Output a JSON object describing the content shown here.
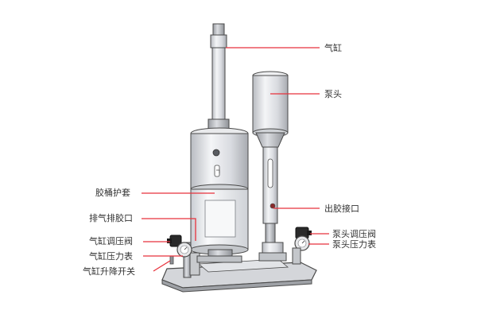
{
  "labels": {
    "cylinder": "气缸",
    "pump_head": "泵头",
    "tank_cover": "胶桶护套",
    "exhaust_port": "排气排胶口",
    "glue_outlet": "出胶接口",
    "cylinder_regulator": "气缸调压阀",
    "cylinder_gauge": "气缸压力表",
    "cylinder_lift_switch": "气缸升降开关",
    "pump_regulator": "泵头调压阀",
    "pump_gauge": "泵头压力表"
  },
  "colors": {
    "leader_line": "#e8323c",
    "outline": "#4a4a4a"
  }
}
